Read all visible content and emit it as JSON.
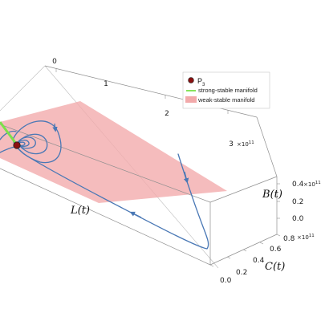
{
  "chart_data": {
    "type": "phase-portrait-3d",
    "axes": {
      "L": {
        "label_main": "L",
        "label_arg": "(t)",
        "ticks": [
          "0",
          "1",
          "2",
          "3"
        ],
        "exponent_base": "×10",
        "exponent_power": "11",
        "range": [
          0,
          3.5
        ]
      },
      "C": {
        "label_main": "C",
        "label_arg": "(t)",
        "ticks": [
          "0.0",
          "0.2",
          "0.4",
          "0.6",
          "0.8"
        ],
        "exponent_base": "×10",
        "exponent_power": "11",
        "range": [
          0,
          0.85
        ]
      },
      "B": {
        "label_main": "B",
        "label_arg": "(t)",
        "ticks": [
          "0.0",
          "0.2",
          "0.4"
        ],
        "exponent_base": "×10",
        "exponent_power": "11",
        "range": [
          0,
          0.45
        ]
      }
    },
    "legend": {
      "placement": "top-right",
      "point": {
        "label_main": "P",
        "label_sub": "3",
        "color": "#8b1010"
      },
      "strong": {
        "label": "strong-stable manifold",
        "color": "#7be04a"
      },
      "weak": {
        "label": "weak-stable manifold",
        "color": "#f2a9aa"
      }
    },
    "colors": {
      "trajectory": "#4a78b5",
      "weak_manifold": "#f2a9aa",
      "strong_manifold": "#7be04a",
      "equilibrium": "#8b1010",
      "box": "#9a9a9a"
    }
  }
}
